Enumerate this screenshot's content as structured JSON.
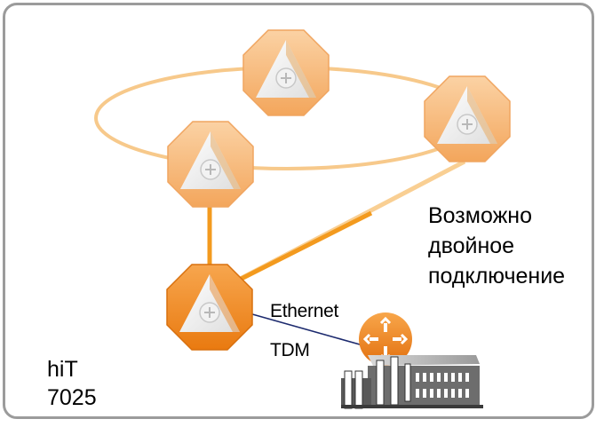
{
  "note": {
    "line1": "Возможно",
    "line2": "двойное",
    "line3": "подключение"
  },
  "interfaces": {
    "ethernet": "Ethernet",
    "tdm": "TDM"
  },
  "device": {
    "name": "hiT",
    "model": "7025"
  },
  "colors": {
    "ring": "#f7c98b",
    "link": "#f39a1e",
    "node_light": "#f7b977",
    "node_dark": "#ee8a1f",
    "frame": "#9b9b9b",
    "cable": "#1c2a6e"
  },
  "icons": {
    "ring_node": "network-node-octagon-icon",
    "access_node": "network-node-octagon-icon",
    "router": "router-icon",
    "building": "building-icon"
  }
}
